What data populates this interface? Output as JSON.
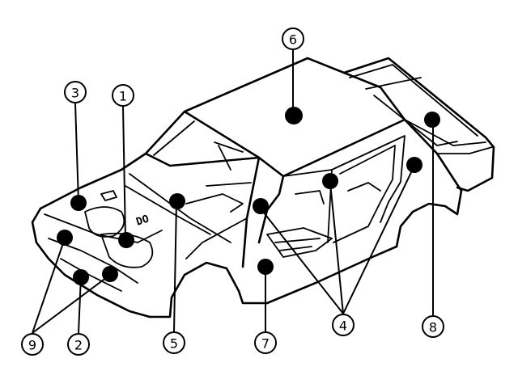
{
  "diagram": {
    "callouts": [
      {
        "id": "c1",
        "label": "1"
      },
      {
        "id": "c2",
        "label": "2"
      },
      {
        "id": "c3",
        "label": "3"
      },
      {
        "id": "c4",
        "label": "4"
      },
      {
        "id": "c5",
        "label": "5"
      },
      {
        "id": "c6",
        "label": "6"
      },
      {
        "id": "c7",
        "label": "7"
      },
      {
        "id": "c8",
        "label": "8"
      },
      {
        "id": "c9",
        "label": "9"
      }
    ],
    "badge_text": "DO"
  }
}
